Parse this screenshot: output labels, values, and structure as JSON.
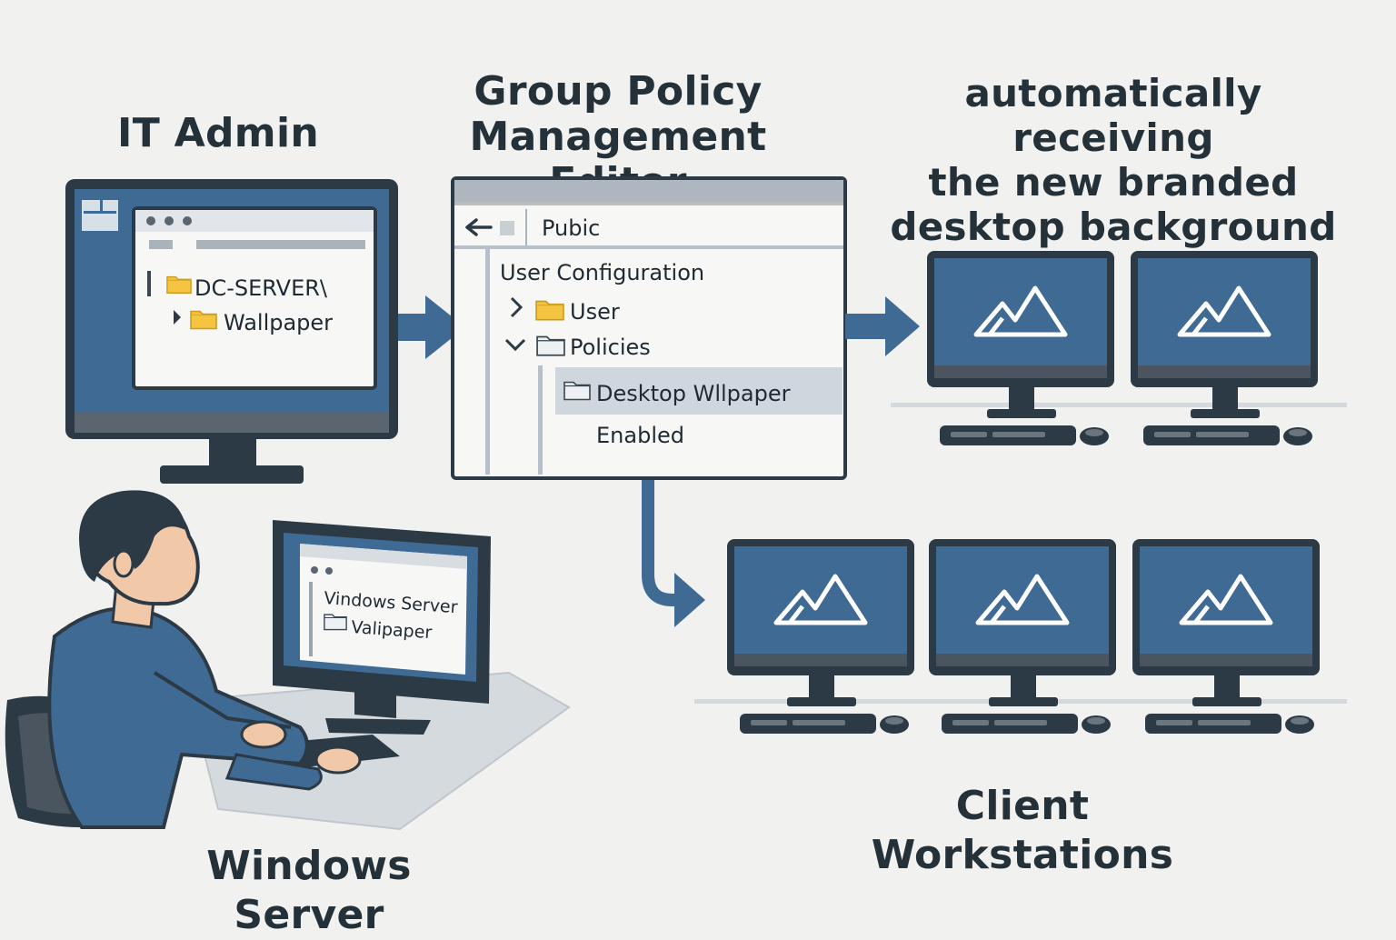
{
  "labels": {
    "it_admin": "IT Admin",
    "gpme_title_line1": "Group Policy",
    "gpme_title_line2": "Management Editor",
    "receiving_line1": "automatically receiving",
    "receiving_line2": "the new branded",
    "receiving_line3": "desktop background",
    "client_workstations": "Client Workstations",
    "windows_server": "Windows Server"
  },
  "admin_monitor": {
    "tree_root": "DC-SERVER\\",
    "tree_child": "Wallpaper",
    "icons": [
      "folder-icon",
      "chevron-right-icon"
    ]
  },
  "gpme": {
    "address": "Pubic",
    "tree": {
      "root": "User Configuration",
      "item_user": "User",
      "item_policies": "Policies",
      "selected_item": "Desktop Wllpaper",
      "state": "Enabled"
    },
    "icons": [
      "back-arrow-icon",
      "chevron-right-icon",
      "chevron-down-icon",
      "folder-icon"
    ]
  },
  "server_monitor": {
    "line1": "Vindows Server",
    "line2": "Valipaper"
  },
  "workstations": {
    "top_row_count": 2,
    "bottom_row_count": 3,
    "icon": "mountain-icon"
  },
  "colors": {
    "background": "#f1f1f0",
    "screen_blue": "#3e6a94",
    "dark_navy": "#2c3a45",
    "folder_yellow": "#f5c542",
    "arrow_blue": "#3e6a94",
    "selection": "#cfd6dd"
  }
}
